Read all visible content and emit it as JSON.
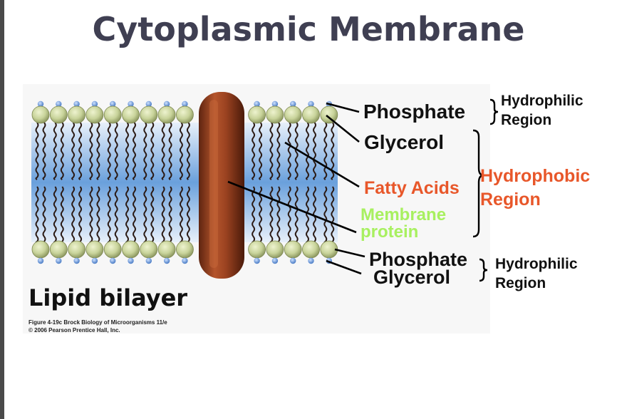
{
  "title": "Cytoplasmic Membrane",
  "labels": {
    "phosphate_top": "Phosphate",
    "glycerol_top": "Glycerol",
    "hydrophilic_top_line1": "Hydrophilic",
    "hydrophilic_top_line2": "Region",
    "fatty_acids": "Fatty Acids",
    "hydrophobic_line1": "Hydrophobic",
    "hydrophobic_line2": "Region",
    "membrane_protein_line1": "Membrane",
    "membrane_protein_line2": "protein",
    "phosphate_bottom": "Phosphate",
    "glycerol_bottom": "Glycerol",
    "hydrophilic_bottom_line1": "Hydrophilic",
    "hydrophilic_bottom_line2": "Region"
  },
  "figure_label": "Lipid bilayer",
  "caption_line1": "Figure 4-19c  Brock Biology of Microorganisms 11/e",
  "caption_line2": "© 2006 Pearson Prentice Hall, Inc.",
  "colors": {
    "title": "#3f3f52",
    "head_glycerol": "#c8d39a",
    "phosphate_dot": "#5b8fd4",
    "tail": "#2b1a14",
    "interior": "#6aa0dc",
    "protein": "#8b3a1e",
    "fatty_acids": "#e8572a",
    "hydrophobic": "#e8572a",
    "membrane_protein": "#a8f060"
  },
  "icons": [
    "phospholipid-head-icon",
    "membrane-protein-icon"
  ]
}
